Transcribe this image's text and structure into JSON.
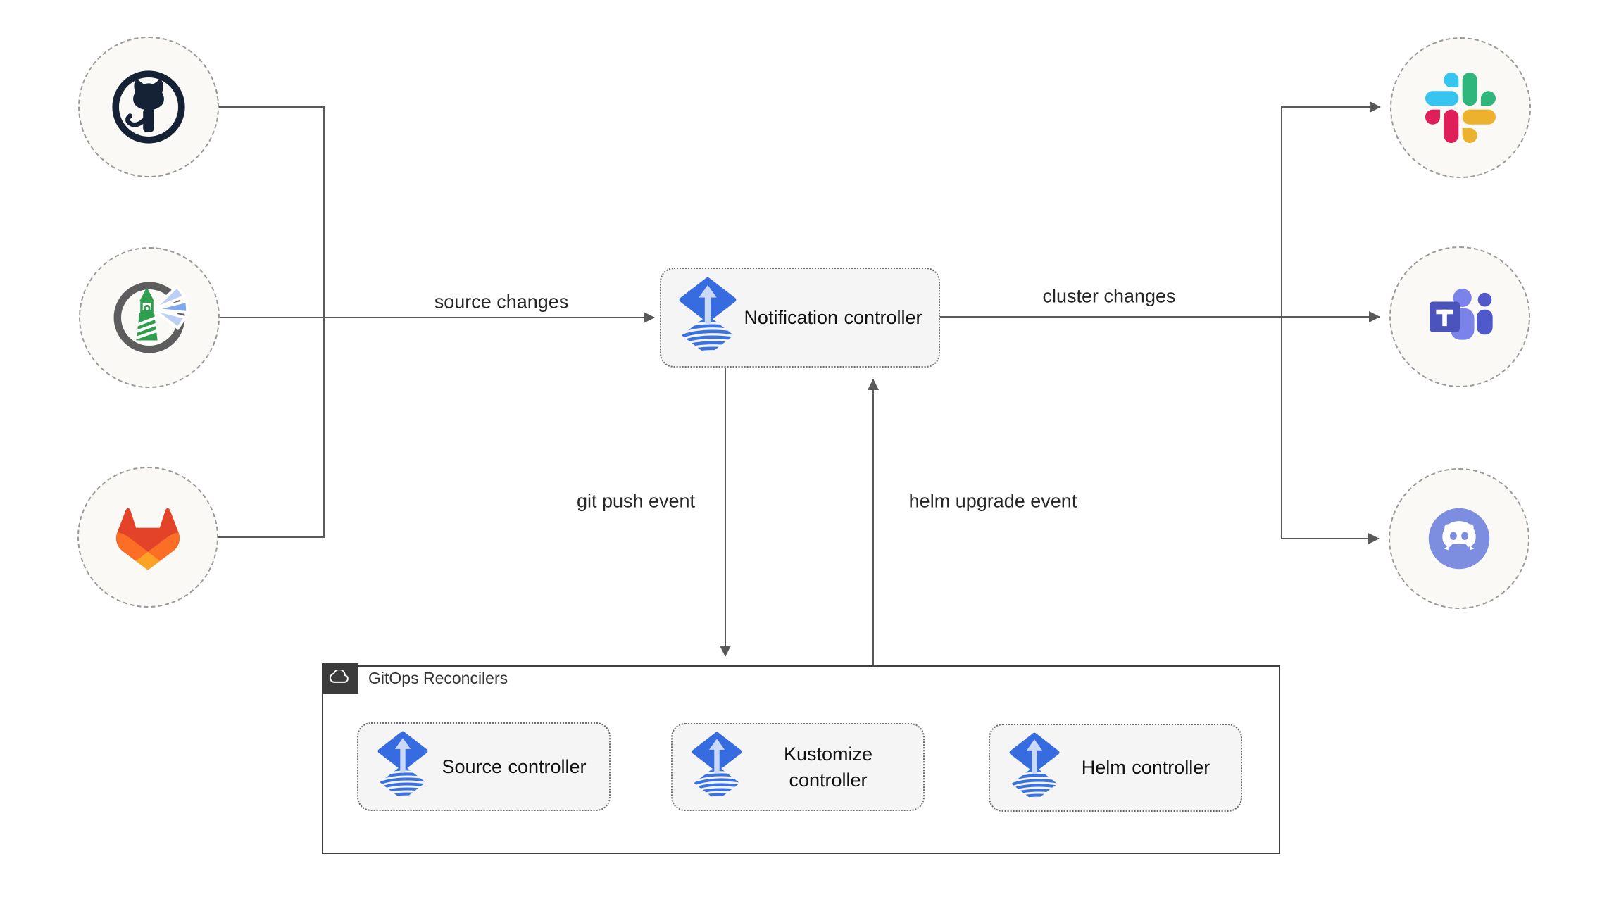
{
  "diagram": {
    "kind": "flux-notification-architecture",
    "nodes": {
      "notification": {
        "label": "Notification controller",
        "icon": "flux-icon"
      },
      "sources": [
        {
          "id": "github",
          "icon": "github-icon"
        },
        {
          "id": "harbor",
          "icon": "harbor-icon"
        },
        {
          "id": "gitlab",
          "icon": "gitlab-icon"
        }
      ],
      "alert_providers": [
        {
          "id": "slack",
          "icon": "slack-icon"
        },
        {
          "id": "teams",
          "icon": "microsoft-teams-icon"
        },
        {
          "id": "discord",
          "icon": "discord-icon"
        }
      ]
    },
    "labels": {
      "source_changes": "source changes",
      "cluster_changes": "cluster changes",
      "git_push_event": "git push event",
      "helm_upgrade_event": "helm upgrade event"
    },
    "reconcilers": {
      "title": "GitOps Reconcilers",
      "badge_icon": "cloud-icon",
      "controllers": [
        {
          "label": "Source controller",
          "icon": "flux-icon"
        },
        {
          "label": "Kustomize controller",
          "icon": "flux-icon"
        },
        {
          "label": "Helm controller",
          "icon": "flux-icon"
        }
      ]
    },
    "colors": {
      "edge_line": "#595959",
      "box_fill": "#f5f5f5",
      "box_border": "#6b6b6b",
      "circle_fill": "#faf9f6",
      "circle_border": "#9a9a9a",
      "container_border": "#404040",
      "badge_bg": "#3b3b3b",
      "flux_blue": "#366ce0",
      "flux_arrow": "#c9d9f7",
      "github_dark": "#152235",
      "harbor_green": "#2f9e4e",
      "harbor_ring": "#5d5d5d",
      "gitlab_dark_orange": "#e24329",
      "gitlab_orange": "#fc6d26",
      "gitlab_light_orange": "#fca326",
      "slack_blue": "#36c5f0",
      "slack_green": "#2eb67d",
      "slack_yellow": "#ecb22e",
      "slack_red": "#e01e5a",
      "teams_purple": "#4b53bc",
      "teams_light": "#7b83eb",
      "teams_mid": "#5059c9",
      "discord_blurple": "#7d8ee1"
    }
  }
}
